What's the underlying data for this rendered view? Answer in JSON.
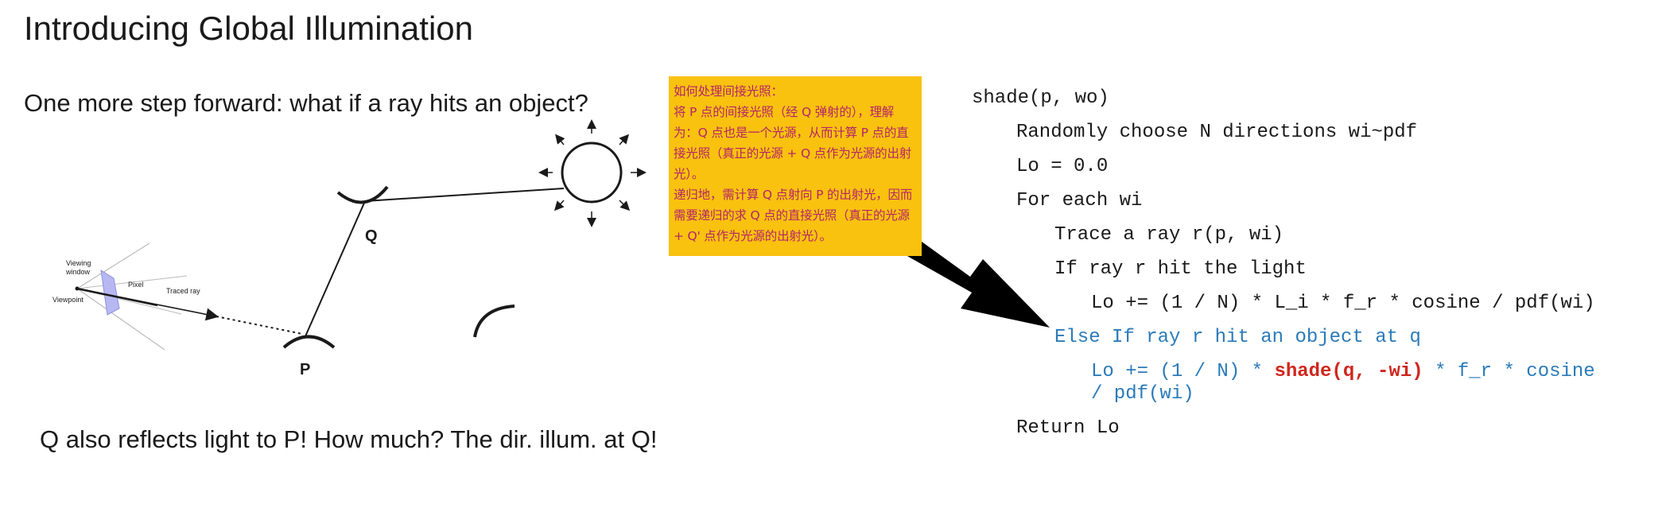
{
  "slide": {
    "title": "Introducing Global Illumination",
    "subtitle": "One more step forward: what if a ray hits an object?",
    "caption": "Q also reflects light to P! How much? The dir. illum. at Q!"
  },
  "diagram": {
    "label_q": "Q",
    "label_p": "P",
    "viewing_window": [
      "Viewing",
      "window"
    ],
    "pixel": "Pixel",
    "traced_ray": "Traced ray",
    "viewpoint": "Viewpoint"
  },
  "note": {
    "lines": [
      "如何处理间接光照：",
      "将 P 点的间接光照（经 Q 弹射的），理解为：Q 点也是一个光源，从而计算 P 点的直接光照（真正的光源 + Q 点作为光源的出射光）。",
      "递归地，需计算 Q 点射向 P 的出射光，因而需要递归的求 Q 点的直接光照（真正的光源 + Q' 点作为光源的出射光）。"
    ]
  },
  "code": {
    "line1": "shade(p, wo)",
    "line2": "Randomly choose N directions wi~pdf",
    "line3": "Lo = 0.0",
    "line4": "For each wi",
    "line5": "Trace a ray r(p, wi)",
    "line6": "If ray r hit the light",
    "line7": "Lo += (1 / N) * L_i * f_r * cosine / pdf(wi)",
    "line8": "Else If ray r hit an object at q",
    "line9_pre": "Lo += (1 / N) * ",
    "line9_red": "shade(q, -wi)",
    "line9_post": " * f_r * cosine",
    "line10": "/ pdf(wi)",
    "line11": "Return Lo"
  },
  "colors": {
    "note_bg": "#f9c20e",
    "note_text": "#b5246a",
    "code_blue": "#2b7bb9",
    "code_red": "#d0261d"
  }
}
